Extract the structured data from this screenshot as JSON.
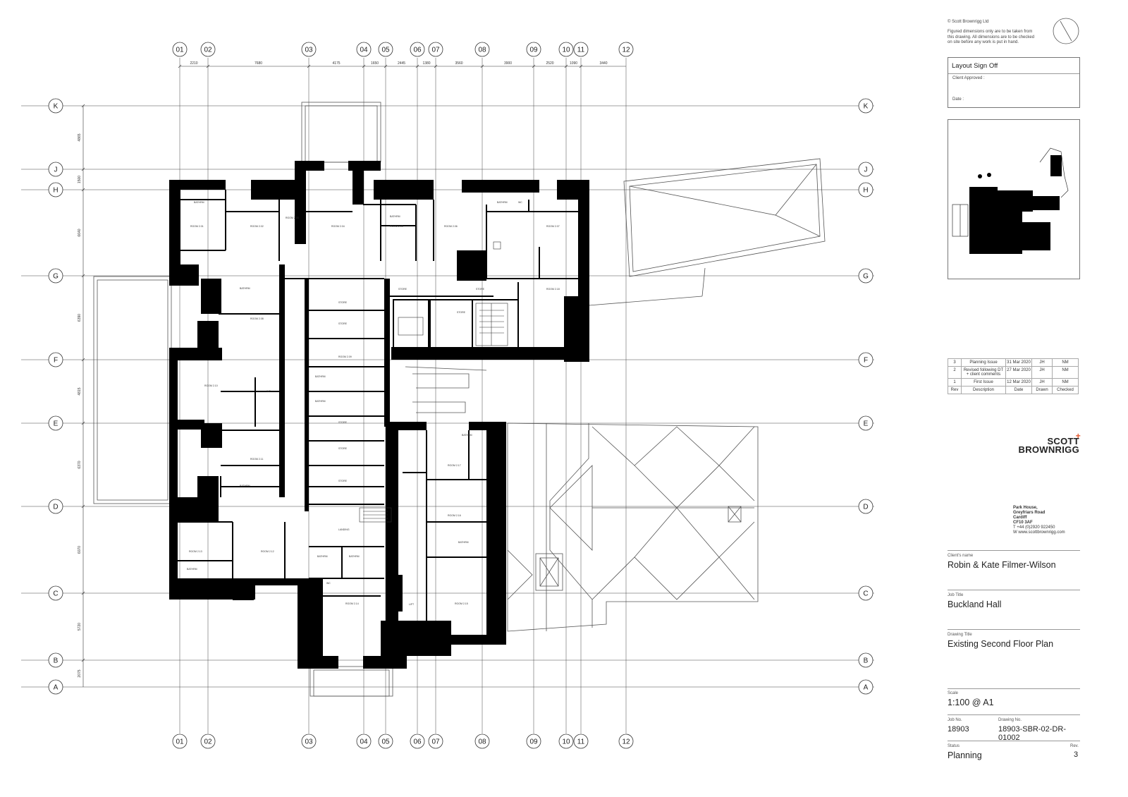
{
  "grid": {
    "columns": [
      "01",
      "02",
      "03",
      "04",
      "05",
      "06",
      "07",
      "08",
      "09",
      "10",
      "11",
      "12"
    ],
    "rows": [
      "K",
      "J",
      "H",
      "G",
      "F",
      "E",
      "D",
      "C",
      "B",
      "A"
    ],
    "col_dims": [
      "2210",
      "7680",
      "4175",
      "1650",
      "2445",
      "1380",
      "3560",
      "3900",
      "2520",
      "1090",
      "3440"
    ],
    "row_dims": [
      "4865",
      "1500",
      "6640",
      "6390",
      "4815",
      "6370",
      "6070",
      "5720",
      "2075"
    ]
  },
  "room_labels": {
    "r1": "ROOM 2.01",
    "r2": "ROOM 2.02",
    "r3": "ROOM 2.03",
    "r4": "ROOM 2.04",
    "r5": "ROOM 2.05",
    "r6": "ROOM 2.06",
    "r7": "ROOM 2.07",
    "r8": "ROOM 2.08",
    "r9": "ROOM 2.09",
    "r10": "ROOM 2.10",
    "r11": "ROOM 2.11",
    "r12": "ROOM 2.12",
    "r13": "ROOM 2.13",
    "r14": "ROOM 2.14",
    "r15": "ROOM 2.15",
    "r16": "ROOM 2.16",
    "r17": "ROOM 2.17",
    "r18": "ROOM 2.18",
    "bath": "BATHRM",
    "store": "STORE",
    "landing": "LANDING",
    "lift": "LIFT",
    "wc": "WC"
  },
  "title_block": {
    "copyright": "© Scott Brownrigg Ltd",
    "disclaimer": [
      "Figured dimensions only are to be taken from",
      "this drawing. All dimensions are to be checked",
      "on site before any work is put in hand."
    ],
    "signoff_title": "Layout Sign Off",
    "client_approved": "Client Approved :",
    "date": "Date :",
    "revisions": [
      {
        "rev": "3",
        "description": "Planning Issue",
        "date": "31 Mar 2020",
        "drawn": "JH",
        "checked": "NM"
      },
      {
        "rev": "2",
        "description": "Revised following DT + client comments",
        "date": "27 Mar 2020",
        "drawn": "JH",
        "checked": "NM"
      },
      {
        "rev": "1",
        "description": "First Issue",
        "date": "12 Mar 2020",
        "drawn": "JH",
        "checked": "NM"
      }
    ],
    "rev_headers": {
      "rev": "Rev",
      "description": "Description",
      "date": "Date",
      "drawn": "Drawn",
      "checked": "Checked"
    },
    "logo_line1": "SCOTT",
    "logo_line2": "BROWNRIGG",
    "address": [
      "Park House,",
      "Greyfriars Road",
      "Cardiff",
      "CF10 3AF",
      "T +44 (0)2920 922450",
      "W www.scottbrownrigg.com"
    ],
    "client_label": "Client's name",
    "client": "Robin & Kate Filmer-Wilson",
    "job_title_label": "Job Title",
    "job_title": "Buckland Hall",
    "drawing_title_label": "Drawing Title",
    "drawing_title": "Existing Second Floor Plan",
    "scale_label": "Scale",
    "scale": "1:100 @ A1",
    "job_no_label": "Job No.",
    "job_no": "18903",
    "drawing_no_label": "Drawing No.",
    "drawing_no": "18903-SBR-02-DR-01002",
    "status_label": "Status",
    "status": "Planning",
    "rev_label": "Rev.",
    "rev": "3"
  }
}
